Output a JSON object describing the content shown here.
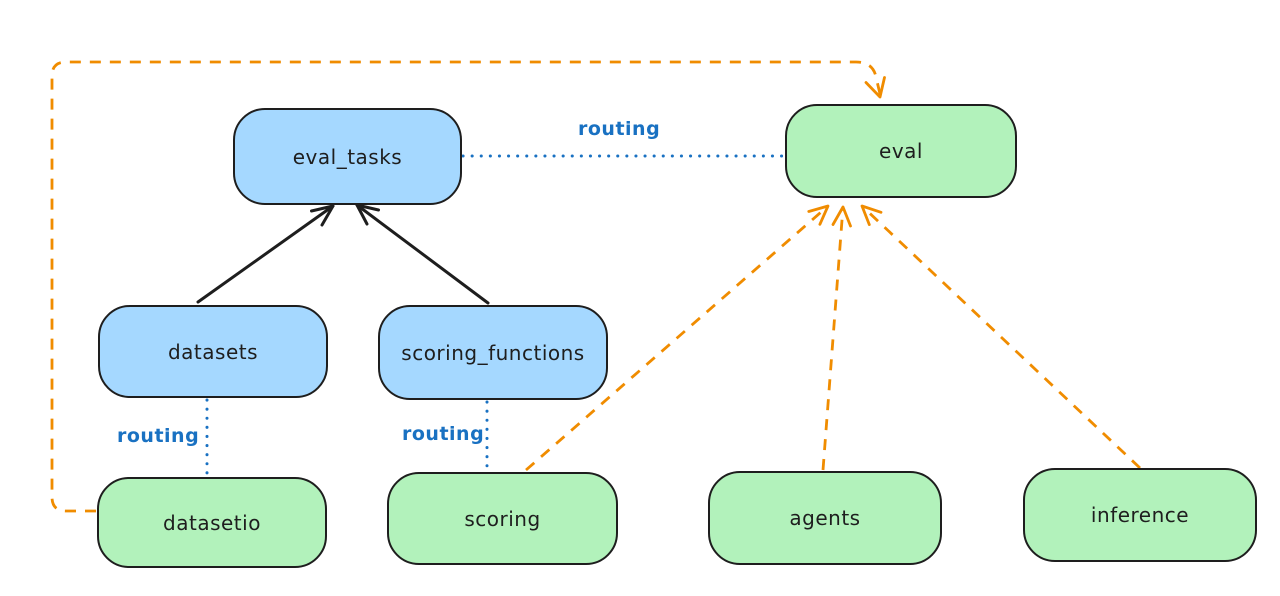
{
  "diagram": {
    "colors": {
      "blue_fill": "#a5d8ff",
      "green_fill": "#b2f2bb",
      "node_stroke": "#1e1e1e",
      "routing_blue": "#1971c2",
      "provider_orange": "#f08c00",
      "background": "#ffffff"
    },
    "nodes": {
      "eval_tasks": {
        "label": "eval_tasks",
        "fill": "blue"
      },
      "eval": {
        "label": "eval",
        "fill": "green"
      },
      "datasets": {
        "label": "datasets",
        "fill": "blue"
      },
      "scoring_functions": {
        "label": "scoring_functions",
        "fill": "blue"
      },
      "datasetio": {
        "label": "datasetio",
        "fill": "green"
      },
      "scoring": {
        "label": "scoring",
        "fill": "green"
      },
      "agents": {
        "label": "agents",
        "fill": "green"
      },
      "inference": {
        "label": "inference",
        "fill": "green"
      }
    },
    "edges": [
      {
        "from": "datasets",
        "to": "eval_tasks",
        "style": "solid",
        "color": "#1e1e1e",
        "arrow": true,
        "label": ""
      },
      {
        "from": "scoring_functions",
        "to": "eval_tasks",
        "style": "solid",
        "color": "#1e1e1e",
        "arrow": true,
        "label": ""
      },
      {
        "from": "eval_tasks",
        "to": "eval",
        "style": "dotted",
        "color": "#1971c2",
        "arrow": false,
        "label": "routing"
      },
      {
        "from": "datasets",
        "to": "datasetio",
        "style": "dotted",
        "color": "#1971c2",
        "arrow": false,
        "label": "routing"
      },
      {
        "from": "scoring_functions",
        "to": "scoring",
        "style": "dotted",
        "color": "#1971c2",
        "arrow": false,
        "label": "routing"
      },
      {
        "from": "datasetio",
        "to": "eval",
        "style": "dashed",
        "color": "#f08c00",
        "arrow": true,
        "label": "",
        "route": "left-and-over-top"
      },
      {
        "from": "scoring",
        "to": "eval",
        "style": "dashed",
        "color": "#f08c00",
        "arrow": true,
        "label": ""
      },
      {
        "from": "agents",
        "to": "eval",
        "style": "dashed",
        "color": "#f08c00",
        "arrow": true,
        "label": ""
      },
      {
        "from": "inference",
        "to": "eval",
        "style": "dashed",
        "color": "#f08c00",
        "arrow": true,
        "label": ""
      }
    ]
  }
}
